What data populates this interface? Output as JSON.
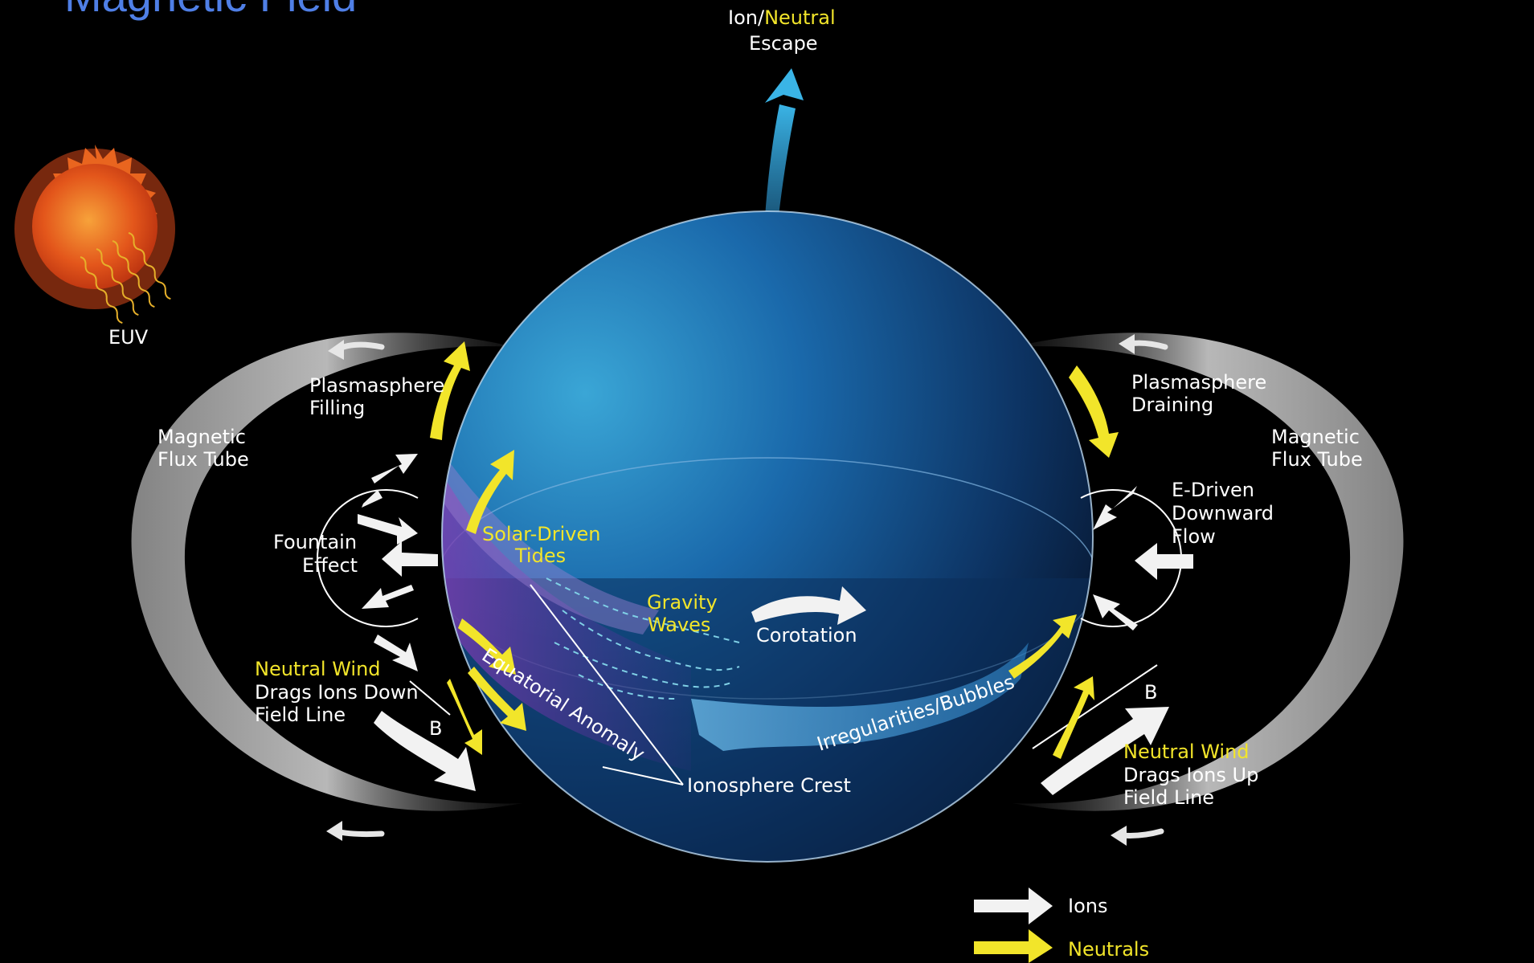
{
  "title": "Magnetic Field",
  "labels": {
    "euv": "EUV",
    "escape_ion": "Ion/",
    "escape_neutral": "Neutral",
    "escape_word": "Escape",
    "plasmasphere_filling_1": "Plasmasphere",
    "plasmasphere_filling_2": "Filling",
    "flux_tube_left_1": "Magnetic",
    "flux_tube_left_2": "Flux Tube",
    "fountain_1": "Fountain",
    "fountain_2": "Effect",
    "neutral_wind_down_1": "Neutral Wind",
    "neutral_wind_down_2": "Drags Ions Down",
    "neutral_wind_down_3": "Field Line",
    "b_left": "B",
    "solar_tides_1": "Solar-Driven",
    "solar_tides_2": "Tides",
    "gravity_waves_1": "Gravity",
    "gravity_waves_2": "Waves",
    "corotation": "Corotation",
    "equatorial_anomaly": "Equatorial Anomaly",
    "irregularities": "Irregularities/Bubbles",
    "ionosphere_crest": "Ionosphere Crest",
    "plasmasphere_draining_1": "Plasmasphere",
    "plasmasphere_draining_2": "Draining",
    "flux_tube_right_1": "Magnetic",
    "flux_tube_right_2": "Flux Tube",
    "e_driven_1": "E-Driven",
    "e_driven_2": "Downward",
    "e_driven_3": "Flow",
    "b_right": "B",
    "neutral_wind_up_1": "Neutral Wind",
    "neutral_wind_up_2": "Drags Ions Up",
    "neutral_wind_up_3": "Field Line"
  },
  "legend": [
    {
      "label": "Ions",
      "color": "#f2f2f2"
    },
    {
      "label": "Neutrals",
      "color": "#f2e52a"
    }
  ],
  "colors": {
    "ion_arrow": "#f2f2f2",
    "neutral_arrow": "#f2e52a",
    "title": "#4f7fe6",
    "globe": "#1b6fb0"
  }
}
